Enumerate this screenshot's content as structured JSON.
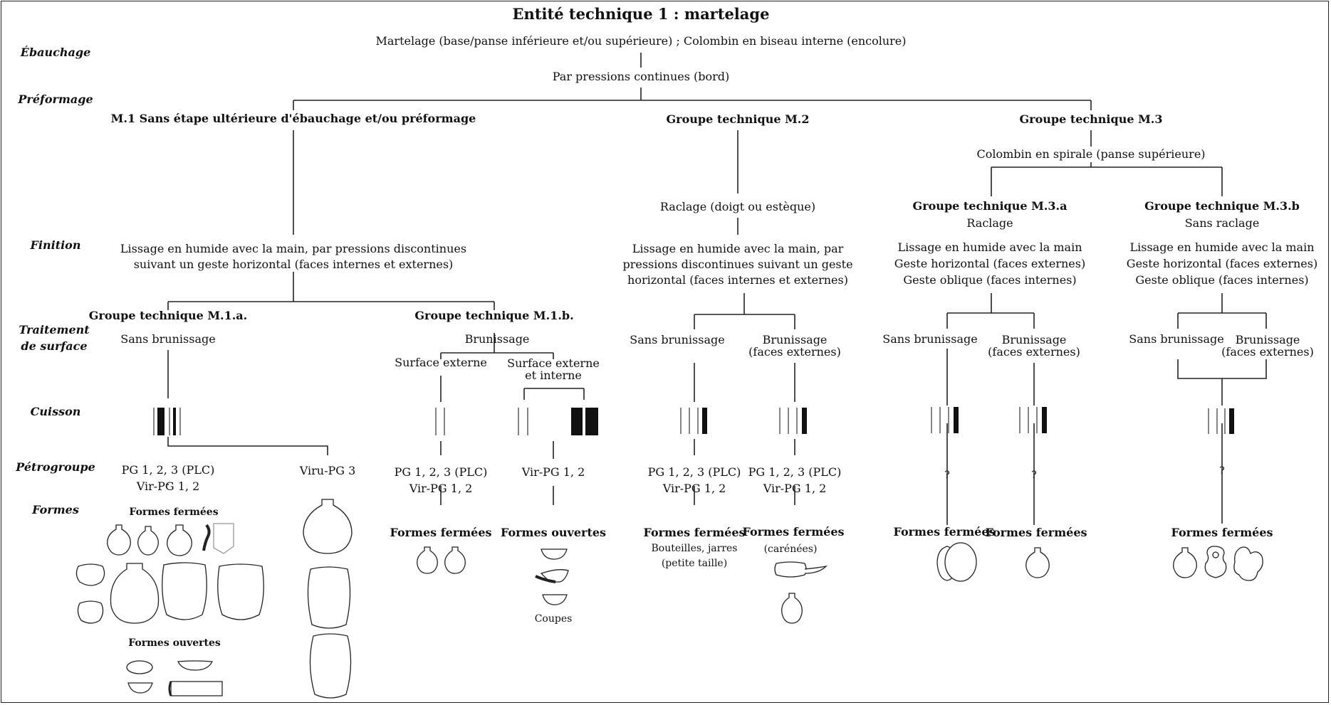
{
  "title": "Entité technique 1 : martelage",
  "row_labels": {
    "ebauchage": "Ébauchage",
    "preformage": "Préformage",
    "finition": "Finition",
    "traitement_1": "Traitement",
    "traitement_2": "de surface",
    "cuisson": "Cuisson",
    "petrogroupe": "Pétrogroupe",
    "formes": "Formes"
  },
  "top": {
    "ebauchage_text": "Martelage (base/panse inférieure et/ou supérieure) ; Colombin en biseau interne (encolure)",
    "preformage_text": "Par pressions continues (bord)"
  },
  "m1": {
    "title": "M.1 Sans étape ultérieure d'ébauchage et/ou préformage",
    "finition_1": "Lissage en humide avec la main, par pressions discontinues",
    "finition_2": "suivant un geste horizontal (faces internes et externes)",
    "a_title": "Groupe technique M.1.a.",
    "a_treat": "Sans brunissage",
    "a_pg_1": "PG 1, 2, 3 (PLC)",
    "a_pg_2": "Vir-PG 1, 2",
    "a_pg_alt": "Viru-PG 3",
    "a_formes_fermees": "Formes fermées",
    "a_formes_ouvertes": "Formes ouvertes",
    "b_title": "Groupe technique M.1.b.",
    "b_treat": "Brunissage",
    "b_ext": "Surface externe",
    "b_extint_1": "Surface externe",
    "b_extint_2": "et interne",
    "b_ext_pg_1": "PG 1, 2, 3 (PLC)",
    "b_ext_pg_2": "Vir-PG 1, 2",
    "b_ext_formes": "Formes fermées",
    "b_extint_pg": "Vir-PG 1, 2",
    "b_extint_formes": "Formes ouvertes",
    "b_extint_coupes": "Coupes"
  },
  "m2": {
    "title": "Groupe technique M.2",
    "raclage": "Raclage (doigt ou estèque)",
    "finition_1": "Lissage en humide avec la main, par",
    "finition_2": "pressions discontinues suivant un geste",
    "finition_3": "horizontal (faces internes et externes)",
    "sans": "Sans brunissage",
    "brun_1": "Brunissage",
    "brun_2": "(faces externes)",
    "left_pg_1": "PG 1, 2, 3 (PLC)",
    "left_pg_2": "Vir-PG 1, 2",
    "right_pg_1": "PG 1, 2, 3 (PLC)",
    "right_pg_2": "Vir-PG 1, 2",
    "left_formes": "Formes fermées",
    "left_formes_2": "Bouteilles, jarres",
    "left_formes_3": "(petite taille)",
    "right_formes": "Formes fermées",
    "right_formes_2": "(carénées)"
  },
  "m3": {
    "title": "Groupe technique M.3",
    "colombin": "Colombin en spirale (panse supérieure)",
    "a_title": "Groupe technique M.3.a",
    "a_sub": "Raclage",
    "a_fin_1": "Lissage en humide avec la main",
    "a_fin_2": "Geste horizontal (faces externes)",
    "a_fin_3": "Geste oblique (faces internes)",
    "a_sans": "Sans brunissage",
    "a_brun_1": "Brunissage",
    "a_brun_2": "(faces externes)",
    "a_q1": "?",
    "a_q2": "?",
    "a_formes_1": "Formes fermées",
    "a_formes_2": "Formes fermées",
    "b_title": "Groupe technique M.3.b",
    "b_sub": "Sans raclage",
    "b_fin_1": "Lissage en humide avec la main",
    "b_fin_2": "Geste horizontal (faces externes)",
    "b_fin_3": "Geste oblique (faces internes)",
    "b_sans": "Sans brunissage",
    "b_brun_1": "Brunissage",
    "b_brun_2": "(faces externes)",
    "b_q": "?",
    "b_formes": "Formes fermées"
  }
}
